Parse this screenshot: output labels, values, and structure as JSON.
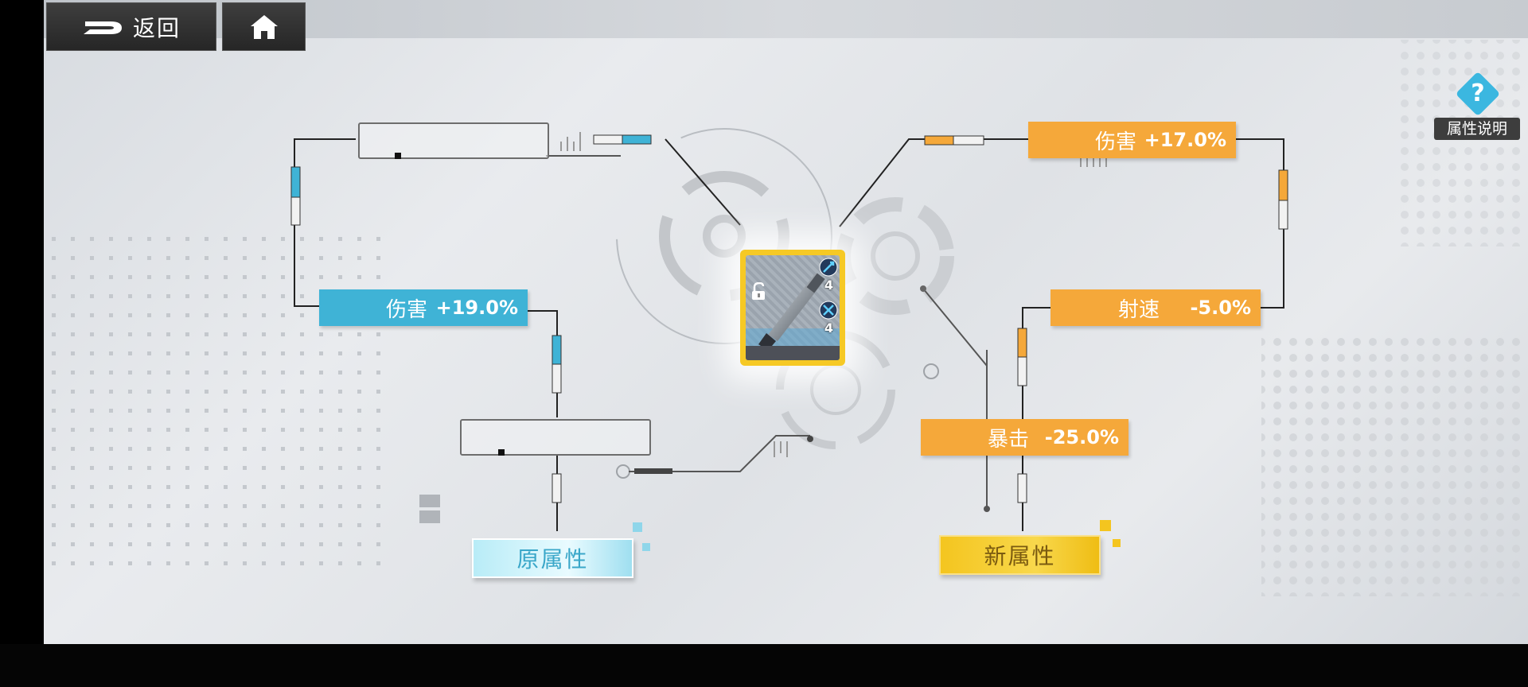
{
  "nav": {
    "back_label": "返回",
    "home_icon": "home-icon",
    "back_icon": "back-arrow-icon"
  },
  "help": {
    "icon": "question-icon",
    "symbol": "?",
    "label": "属性说明"
  },
  "original": {
    "stat": {
      "name": "伤害",
      "value": "+19.0%"
    },
    "tag_label": "原属性",
    "empty_slots": 2
  },
  "new": {
    "stats": [
      {
        "name": "伤害",
        "value": "+17.0%"
      },
      {
        "name": "射速",
        "value": "-5.0%"
      },
      {
        "name": "暴击",
        "value": "-25.0%"
      }
    ],
    "tag_label": "新属性"
  },
  "weapon": {
    "icon": "launcher-weapon-icon",
    "lock_icon": "unlock-icon",
    "chips": [
      {
        "icon": "chip-a-icon",
        "count": "4"
      },
      {
        "icon": "chip-b-icon",
        "count": "4"
      }
    ]
  },
  "colors": {
    "original_accent": "#3fb3d6",
    "new_accent": "#f5a83a",
    "card_gold": "#f6c925"
  }
}
